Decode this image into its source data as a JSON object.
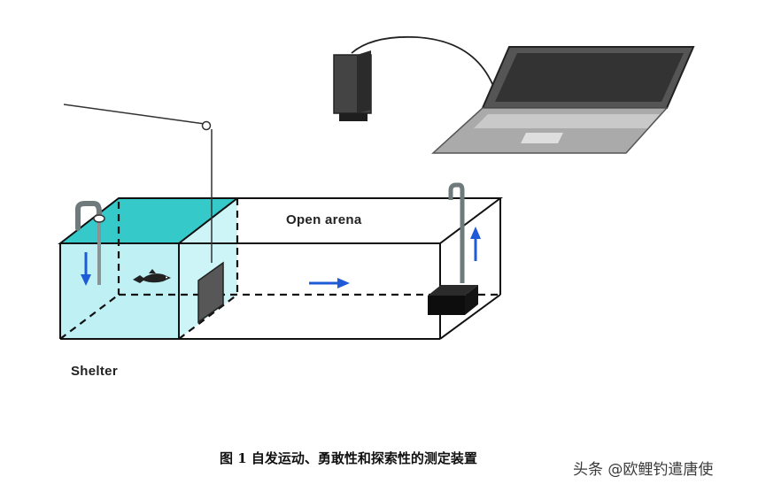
{
  "labels": {
    "open_arena": "Open arena",
    "shelter": "Shelter"
  },
  "caption": "图 1 自发运动、勇敢性和探索性的测定装置",
  "watermark": "头条 @欧鲤钓遣唐使",
  "colors": {
    "shelter_top": "#35c9c9",
    "shelter_water": "#bff0f4",
    "arrow": "#1f5bd6",
    "outline": "#111111"
  }
}
